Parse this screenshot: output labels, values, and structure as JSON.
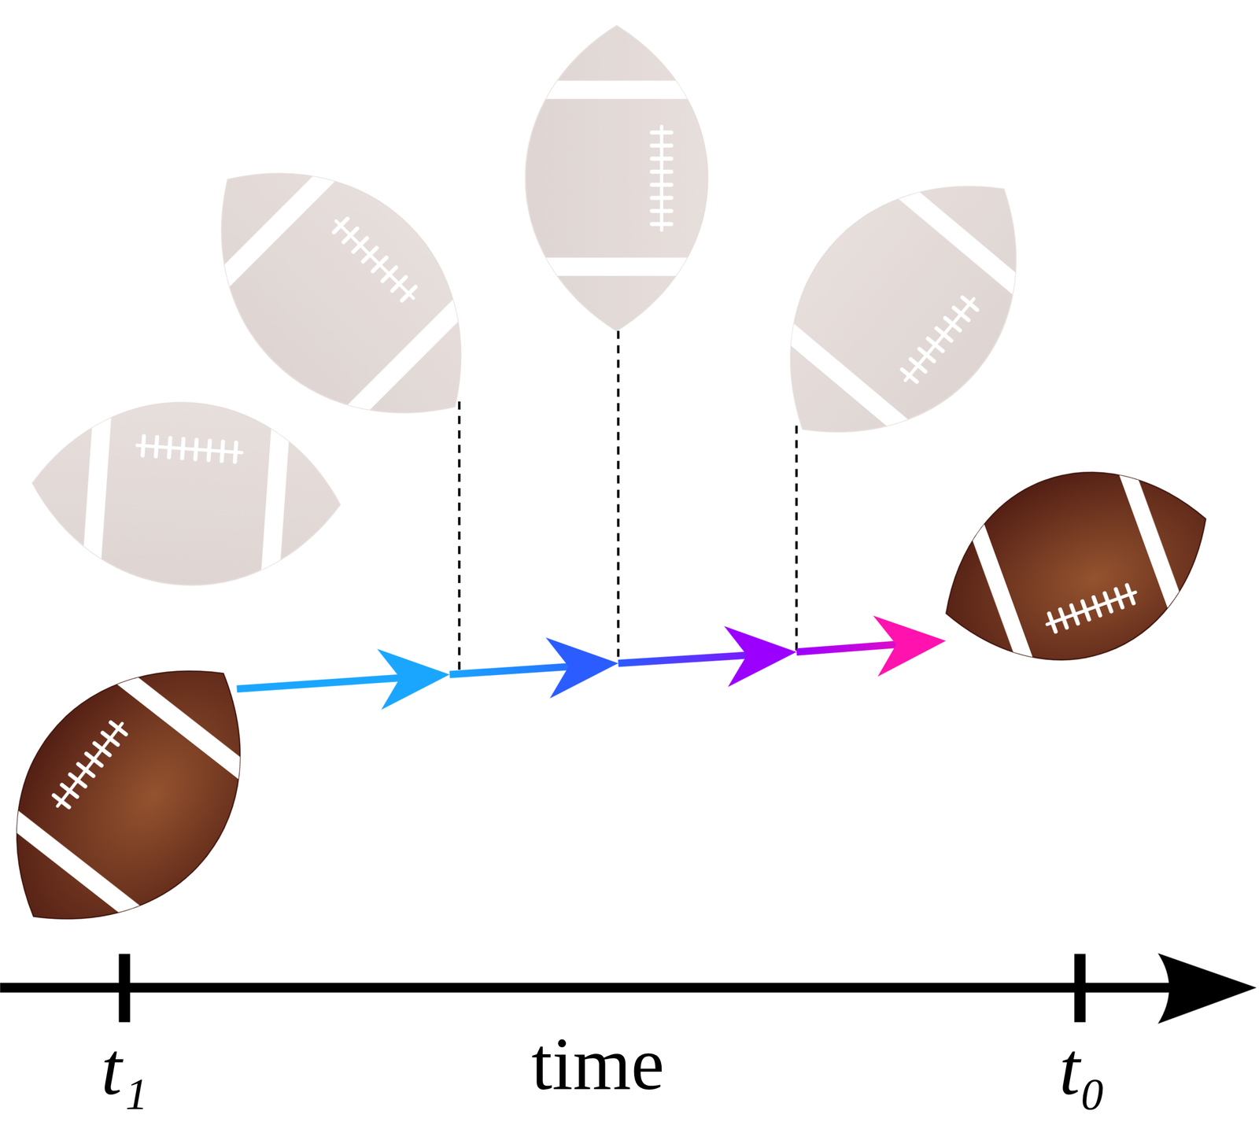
{
  "diagram": {
    "labels": [
      "t₁",
      "time",
      "t₀"
    ]
  }
}
